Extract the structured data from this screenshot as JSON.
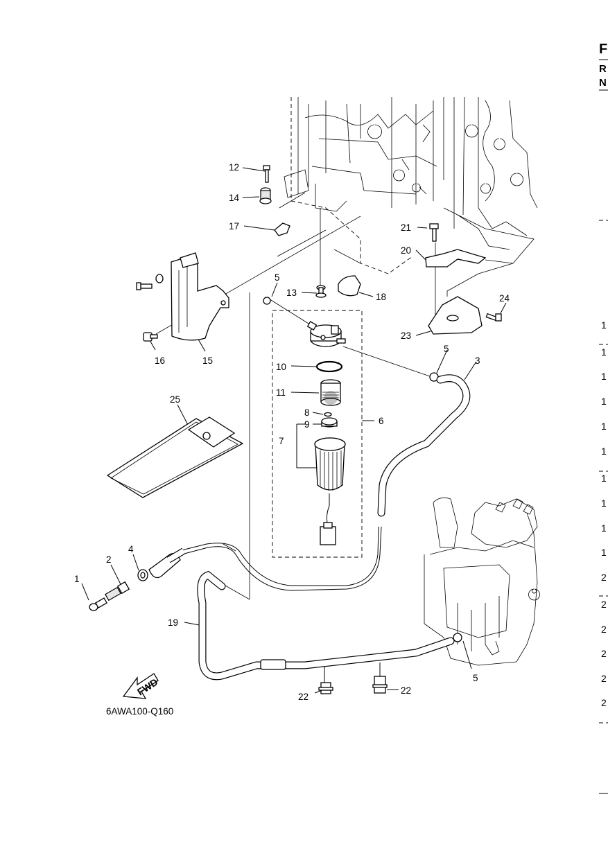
{
  "diagram_code": "6AWA100-Q160",
  "fwd_label": "FWD",
  "callouts": {
    "c1": "1",
    "c2": "2",
    "c3": "3",
    "c4": "4",
    "c5a": "5",
    "c5b": "5",
    "c5c": "5",
    "c6": "6",
    "c7": "7",
    "c8": "8",
    "c9": "9",
    "c10": "10",
    "c11": "11",
    "c12": "12",
    "c13": "13",
    "c14": "14",
    "c15": "15",
    "c16": "16",
    "c17": "17",
    "c18": "18",
    "c19": "19",
    "c20": "20",
    "c21": "21",
    "c22a": "22",
    "c22b": "22",
    "c23": "23",
    "c24": "24",
    "c25": "25"
  },
  "right_edge": {
    "header_f": "F",
    "header_r": "R",
    "header_n": "N",
    "rows": [
      "1",
      "1",
      "1",
      "1",
      "1",
      "1",
      "1",
      "1",
      "1",
      "1",
      "2",
      "2",
      "2",
      "2",
      "2",
      "2"
    ]
  }
}
